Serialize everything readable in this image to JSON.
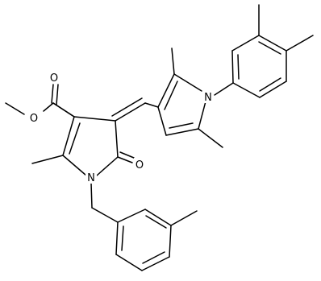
{
  "molecule": {
    "atoms": {
      "o_ester_carbonyl": "O",
      "o_ester_ether": "O",
      "o_lactam": "O",
      "n_pyrrolinone": "N",
      "n_pyrrole": "N"
    }
  }
}
